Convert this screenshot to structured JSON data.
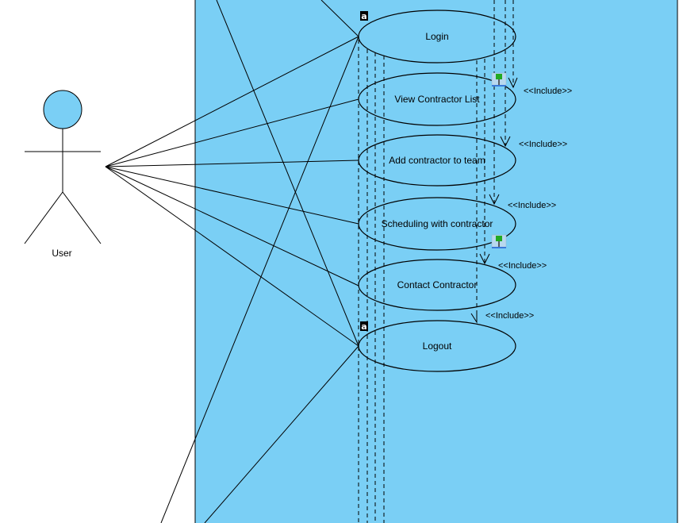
{
  "diagram": {
    "type": "use-case",
    "colors": {
      "system_fill": "#7ACFF5",
      "actor_head_fill": "#7ACFF5",
      "stroke": "#000000",
      "canvas": "#FFFFFF"
    },
    "actor": {
      "name": "User",
      "icon": "stick-figure-icon"
    },
    "use_cases": [
      {
        "id": "login",
        "label": "Login",
        "badge": "a"
      },
      {
        "id": "view",
        "label": "View Contractor List",
        "badge": "pin"
      },
      {
        "id": "add",
        "label": "Add contractor to team",
        "badge": ""
      },
      {
        "id": "sched",
        "label": "Scheduling with contractor",
        "badge": "pin"
      },
      {
        "id": "contact",
        "label": "Contact Contractor",
        "badge": ""
      },
      {
        "id": "logout",
        "label": "Logout",
        "badge": "a"
      }
    ],
    "include_labels": [
      "<<Include>>",
      "<<Include>>",
      "<<Include>>",
      "<<Include>>",
      "<<Include>>"
    ],
    "associations": [
      {
        "from": "User",
        "to": "Login"
      },
      {
        "from": "User",
        "to": "View Contractor List"
      },
      {
        "from": "User",
        "to": "Add contractor to team"
      },
      {
        "from": "User",
        "to": "Scheduling with contractor"
      },
      {
        "from": "User",
        "to": "Contact Contractor"
      },
      {
        "from": "User",
        "to": "Logout"
      }
    ],
    "includes": [
      {
        "from": "Login",
        "to": "View Contractor List"
      },
      {
        "from": "Login",
        "to": "Add contractor to team"
      },
      {
        "from": "Login",
        "to": "Scheduling with contractor"
      },
      {
        "from": "Login",
        "to": "Contact Contractor"
      },
      {
        "from": "Login",
        "to": "Logout"
      }
    ]
  }
}
